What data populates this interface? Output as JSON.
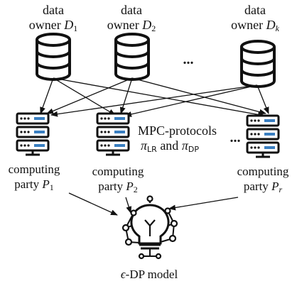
{
  "data_owners": [
    {
      "line1": "data",
      "line2": "owner",
      "symbol": "D",
      "sub": "1"
    },
    {
      "line1": "data",
      "line2": "owner",
      "symbol": "D",
      "sub": "2"
    },
    {
      "line1": "data",
      "line2": "owner",
      "symbol": "D",
      "sub": "k"
    }
  ],
  "ellipsis": "...",
  "computing_parties": [
    {
      "line1": "computing",
      "line2": "party",
      "symbol": "P",
      "sub": "1"
    },
    {
      "line1": "computing",
      "line2": "party",
      "symbol": "P",
      "sub": "2"
    },
    {
      "line1": "computing",
      "line2": "party",
      "symbol": "P",
      "sub": "r"
    }
  ],
  "protocols": {
    "line1": "MPC-protocols",
    "pi": "π",
    "lr_sub": "LR",
    "and": " and ",
    "dp_sub": "DP"
  },
  "model": {
    "epsilon": "ϵ",
    "label": "-DP model"
  },
  "icons": {
    "database": "database-icon",
    "server": "server-icon",
    "model": "lightbulb-network-icon"
  },
  "colors": {
    "ink": "#111111",
    "server_accent": "#3a7fc1"
  }
}
